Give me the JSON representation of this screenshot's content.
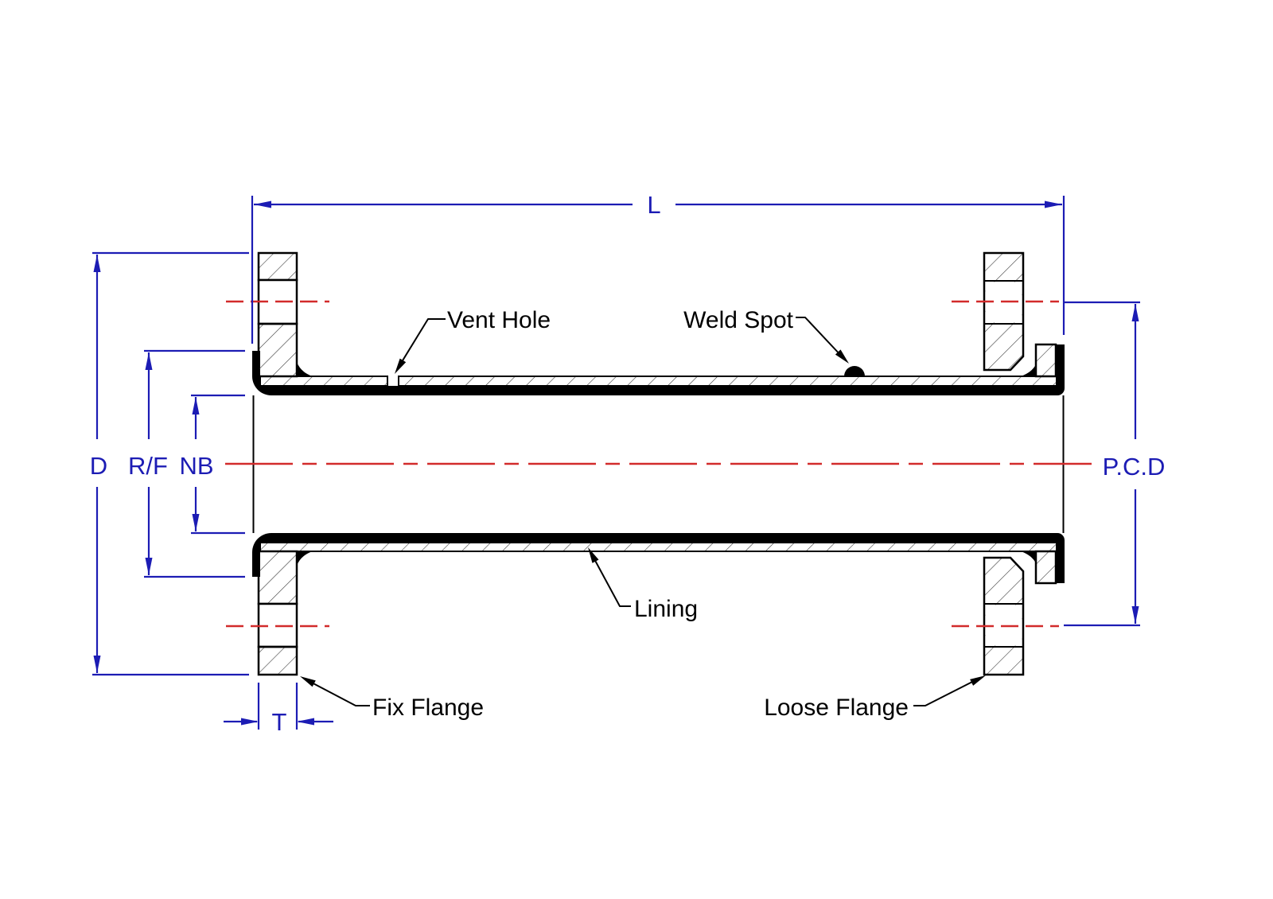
{
  "dimensions": {
    "length": "L",
    "diameter": "D",
    "raised_face": "R/F",
    "nominal_bore": "NB",
    "flange_thickness": "T",
    "pitch_circle_diameter": "P.C.D"
  },
  "callouts": {
    "vent_hole": "Vent Hole",
    "weld_spot": "Weld Spot",
    "lining": "Lining",
    "fix_flange": "Fix Flange",
    "loose_flange": "Loose Flange"
  },
  "colors": {
    "dimension_blue": "#1c1cb4",
    "centerline_red": "#d22b2b",
    "outline_black": "#000000",
    "background": "#ffffff"
  }
}
